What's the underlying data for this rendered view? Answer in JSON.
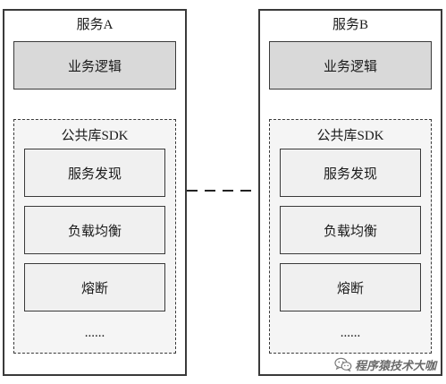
{
  "services": [
    {
      "title": "服务A",
      "business_logic": "业务逻辑",
      "sdk": {
        "title": "公共库SDK",
        "modules": [
          "服务发现",
          "负载均衡",
          "熔断"
        ],
        "more": "......"
      }
    },
    {
      "title": "服务B",
      "business_logic": "业务逻辑",
      "sdk": {
        "title": "公共库SDK",
        "modules": [
          "服务发现",
          "负载均衡",
          "熔断"
        ],
        "more": "......"
      }
    }
  ],
  "connector": {
    "style": "dashed"
  },
  "watermark": {
    "icon": "wechat-icon",
    "text": "程序猿技术大咖"
  },
  "colors": {
    "business_logic_fill": "#d9d9d9",
    "sdk_fill": "#f5f5f5",
    "module_fill": "#f0f0f0",
    "border": "#3a3a3a"
  }
}
